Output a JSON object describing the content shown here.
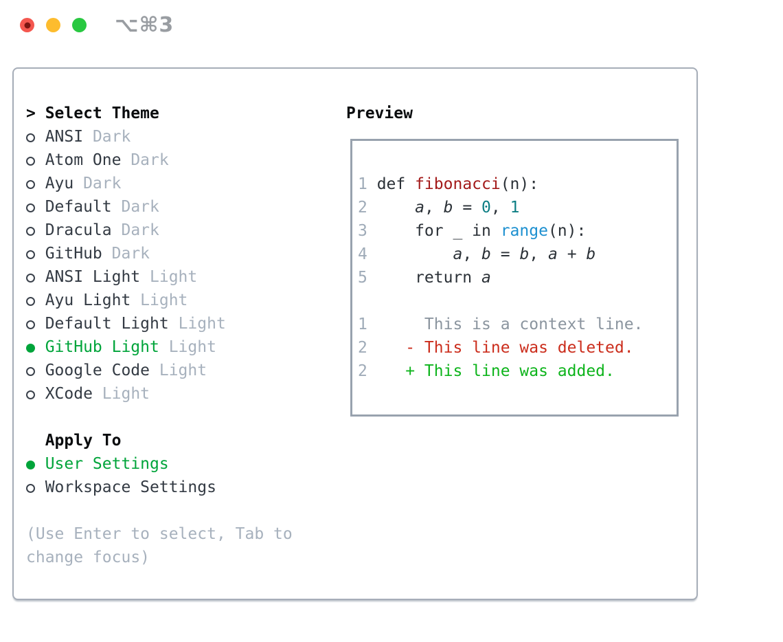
{
  "titlebar": {
    "shortcut_label": "⌥⌘3",
    "traffic_lights": [
      {
        "name": "close",
        "color": "#f4574f",
        "dot": "#7c1511"
      },
      {
        "name": "minimize",
        "color": "#fdbc2e",
        "dot": ""
      },
      {
        "name": "maximize",
        "color": "#29c841",
        "dot": ""
      }
    ]
  },
  "panel": {
    "theme_list": {
      "header_prefix": ">",
      "header": "Select Theme",
      "items": [
        {
          "name": "ANSI",
          "variant": "Dark",
          "selected": false
        },
        {
          "name": "Atom One",
          "variant": "Dark",
          "selected": false
        },
        {
          "name": "Ayu",
          "variant": "Dark",
          "selected": false
        },
        {
          "name": "Default",
          "variant": "Dark",
          "selected": false
        },
        {
          "name": "Dracula",
          "variant": "Dark",
          "selected": false
        },
        {
          "name": "GitHub",
          "variant": "Dark",
          "selected": false
        },
        {
          "name": "ANSI Light",
          "variant": "Light",
          "selected": false
        },
        {
          "name": "Ayu Light",
          "variant": "Light",
          "selected": false
        },
        {
          "name": "Default Light",
          "variant": "Light",
          "selected": false
        },
        {
          "name": "GitHub Light",
          "variant": "Light",
          "selected": true
        },
        {
          "name": "Google Code",
          "variant": "Light",
          "selected": false
        },
        {
          "name": "XCode",
          "variant": "Light",
          "selected": false
        }
      ]
    },
    "apply_to": {
      "header": "Apply To",
      "options": [
        {
          "label": "User Settings",
          "selected": true
        },
        {
          "label": "Workspace Settings",
          "selected": false
        }
      ]
    },
    "hint_lines": [
      "(Use Enter to select, Tab to",
      "change focus)"
    ],
    "preview": {
      "title": "Preview",
      "lines": [
        {
          "no": "1",
          "tokens": [
            [
              "def ",
              "code"
            ],
            [
              "fibonacci",
              "func"
            ],
            [
              "(n):",
              "code"
            ]
          ]
        },
        {
          "no": "2",
          "tokens": [
            [
              "    ",
              "code"
            ],
            [
              "a",
              "var"
            ],
            [
              ", ",
              "code"
            ],
            [
              "b",
              "var"
            ],
            [
              " = ",
              "code"
            ],
            [
              "0",
              "num"
            ],
            [
              ", ",
              "code"
            ],
            [
              "1",
              "num"
            ]
          ]
        },
        {
          "no": "3",
          "tokens": [
            [
              "    for _ in ",
              "code"
            ],
            [
              "range",
              "builtin"
            ],
            [
              "(n):",
              "code"
            ]
          ]
        },
        {
          "no": "4",
          "tokens": [
            [
              "        ",
              "code"
            ],
            [
              "a",
              "var"
            ],
            [
              ", ",
              "code"
            ],
            [
              "b",
              "var"
            ],
            [
              " = ",
              "code"
            ],
            [
              "b",
              "var"
            ],
            [
              ", ",
              "code"
            ],
            [
              "a",
              "var"
            ],
            [
              " + ",
              "code"
            ],
            [
              "b",
              "var"
            ]
          ]
        },
        {
          "no": "5",
          "tokens": [
            [
              "    return ",
              "code"
            ],
            [
              "a",
              "var"
            ]
          ]
        },
        {
          "no": "",
          "tokens": []
        },
        {
          "no": "1",
          "tokens": [
            [
              "     This is a context line.",
              "context"
            ]
          ]
        },
        {
          "no": "2",
          "tokens": [
            [
              "   - This line was deleted.",
              "deleted"
            ]
          ]
        },
        {
          "no": "2",
          "tokens": [
            [
              "   + This line was added.",
              "added"
            ]
          ]
        }
      ]
    }
  },
  "colors": {
    "selected_green": "#00a43a",
    "muted": "#a7b1bd",
    "text_dark": "#333a43",
    "border": "#a6adb8",
    "lineno": "#9fabb8",
    "code": "#2b3137",
    "func": "#a31a1a",
    "num": "#0d7e84",
    "builtin": "#1d90d0",
    "context": "#8b959f",
    "deleted": "#cb2d1c",
    "added": "#0eb41c"
  }
}
